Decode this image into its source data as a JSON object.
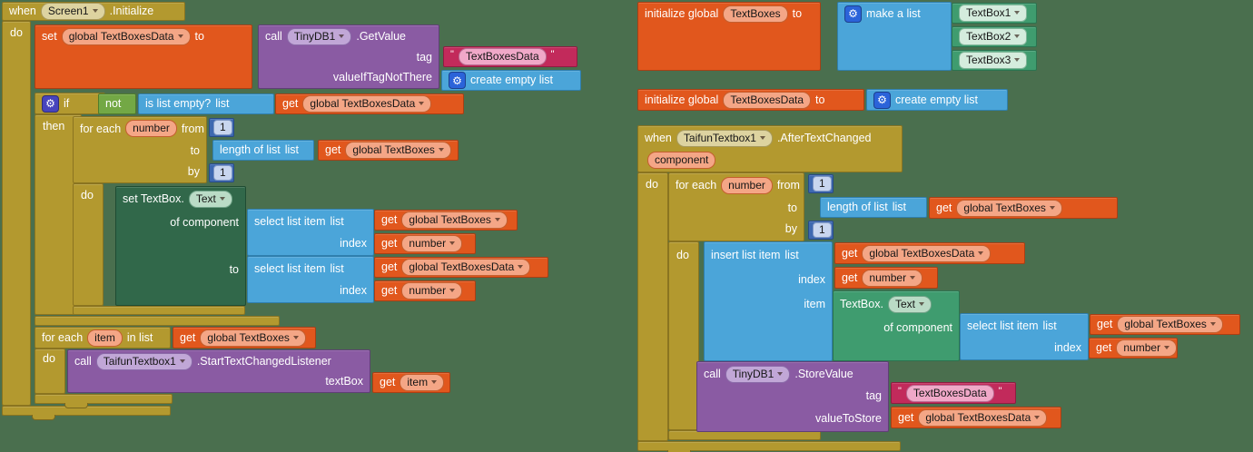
{
  "canvas": {
    "background": "#4a6f4e"
  },
  "icons": {
    "gear": "⚙"
  },
  "tokens": {
    "when": "when",
    "do": "do",
    "then": "then",
    "if": "if",
    "not": "not",
    "to": "to",
    "by": "by",
    "from": "from",
    "get": "get",
    "set": "set",
    "call": "call",
    "index": "index",
    "list": "list",
    "item": "item",
    "tag": "tag",
    "for_each": "for each",
    "in_list": "in list",
    "of_component": "of component",
    "one": "1",
    "initialize_global": "initialize global",
    "open_quote": "\"",
    "close_quote": "\""
  },
  "blocks": {
    "length_of_list": "length of list",
    "select_list_item": "select list item",
    "insert_list_item": "insert list item",
    "create_empty_list": "create empty list",
    "make_a_list": "make a list",
    "is_list_empty": "is list empty?",
    "set_textbox": "set TextBox.",
    "textbox_dot": "TextBox."
  },
  "variables": {
    "global_textboxes": "global TextBoxes",
    "global_textboxesdata": "global TextBoxesData",
    "textboxes": "TextBoxes",
    "textboxesdata": "TextBoxesData",
    "number": "number",
    "item": "item",
    "component": "component"
  },
  "components": {
    "screen1": "Screen1",
    "tinydb1": "TinyDB1",
    "taifuntextbox1": "TaifunTextbox1",
    "textbox1": "TextBox1",
    "textbox2": "TextBox2",
    "textbox3": "TextBox3"
  },
  "properties": {
    "text": "Text"
  },
  "methods": {
    "initialize": ".Initialize",
    "get_value": ".GetValue",
    "store_value": ".StoreValue",
    "after_text_changed": ".AfterTextChanged",
    "start_text_changed_listener": ".StartTextChangedListener"
  },
  "params": {
    "value_if_tag_not_there": "valueIfTagNotThere",
    "value_to_store": "valueToStore",
    "textbox": "textBox"
  },
  "strings": {
    "tag_value": "TextBoxesData"
  }
}
